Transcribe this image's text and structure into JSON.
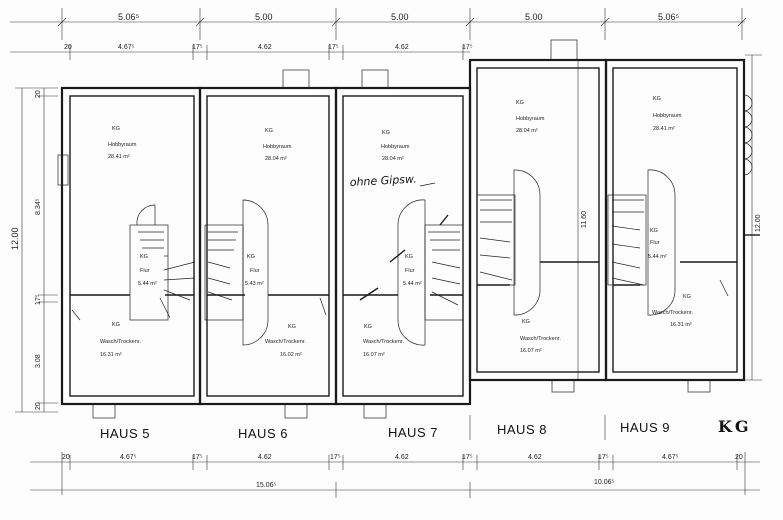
{
  "top_dims": [
    "5.06⁵",
    "5.00",
    "5.00",
    "5.00",
    "5.06⁵"
  ],
  "top_sub_dims": [
    "20",
    "4.67⁵",
    "17⁵",
    "4.62",
    "17⁵",
    "4.62",
    "17⁵"
  ],
  "bottom_sub_dims": [
    "20",
    "4.67⁵",
    "17⁵",
    "4.62",
    "17⁵",
    "4.62",
    "17⁵",
    "4.62",
    "17⁵",
    "4.67⁵",
    "20"
  ],
  "bottom_totals": [
    "15.06⁵",
    "10.06⁵"
  ],
  "left_dims": [
    "20",
    "8.34⁵",
    "17⁵",
    "3.08",
    "20"
  ],
  "left_total": "12.00",
  "right_dims": [
    "11.60",
    "12.00"
  ],
  "houses": [
    {
      "label": "HAUS 5",
      "rooms": [
        {
          "lines": [
            "KG",
            "Hobbyraum",
            "28.41 m²"
          ]
        },
        {
          "lines": [
            "KG",
            "Flur",
            "5.44 m²"
          ]
        },
        {
          "lines": [
            "KG",
            "Wasch/Trockenr.",
            "16.31 m²"
          ]
        }
      ]
    },
    {
      "label": "HAUS 6",
      "rooms": [
        {
          "lines": [
            "KG",
            "Hobbyraum",
            "28.04 m²"
          ]
        },
        {
          "lines": [
            "KG",
            "Flur",
            "5.43 m²"
          ]
        },
        {
          "lines": [
            "KG",
            "Wasch/Trockenr.",
            "16.02 m²"
          ]
        }
      ]
    },
    {
      "label": "HAUS 7",
      "rooms": [
        {
          "lines": [
            "KG",
            "Hobbyraum",
            "28.04 m²"
          ]
        },
        {
          "lines": [
            "KG",
            "Flur",
            "5.44 m²"
          ]
        },
        {
          "lines": [
            "KG",
            "Wasch/Trockenr.",
            "16.07 m²"
          ]
        }
      ]
    },
    {
      "label": "HAUS 8",
      "rooms": [
        {
          "lines": [
            "KG",
            "Hobbyraum",
            "28.04 m²"
          ]
        },
        {
          "lines": [
            "KG",
            "Wasch/Trockenr.",
            "16.07 m²"
          ]
        }
      ]
    },
    {
      "label": "HAUS 9",
      "rooms": [
        {
          "lines": [
            "KG",
            "Hobbyraum",
            "28.41 m²"
          ]
        },
        {
          "lines": [
            "KG",
            "Flur",
            "5.44 m²"
          ]
        },
        {
          "lines": [
            "KG",
            "Wasch/Trockenr.",
            "16.31 m²"
          ]
        }
      ]
    }
  ],
  "floor_label": "KG",
  "note": "ohne Gipsw."
}
